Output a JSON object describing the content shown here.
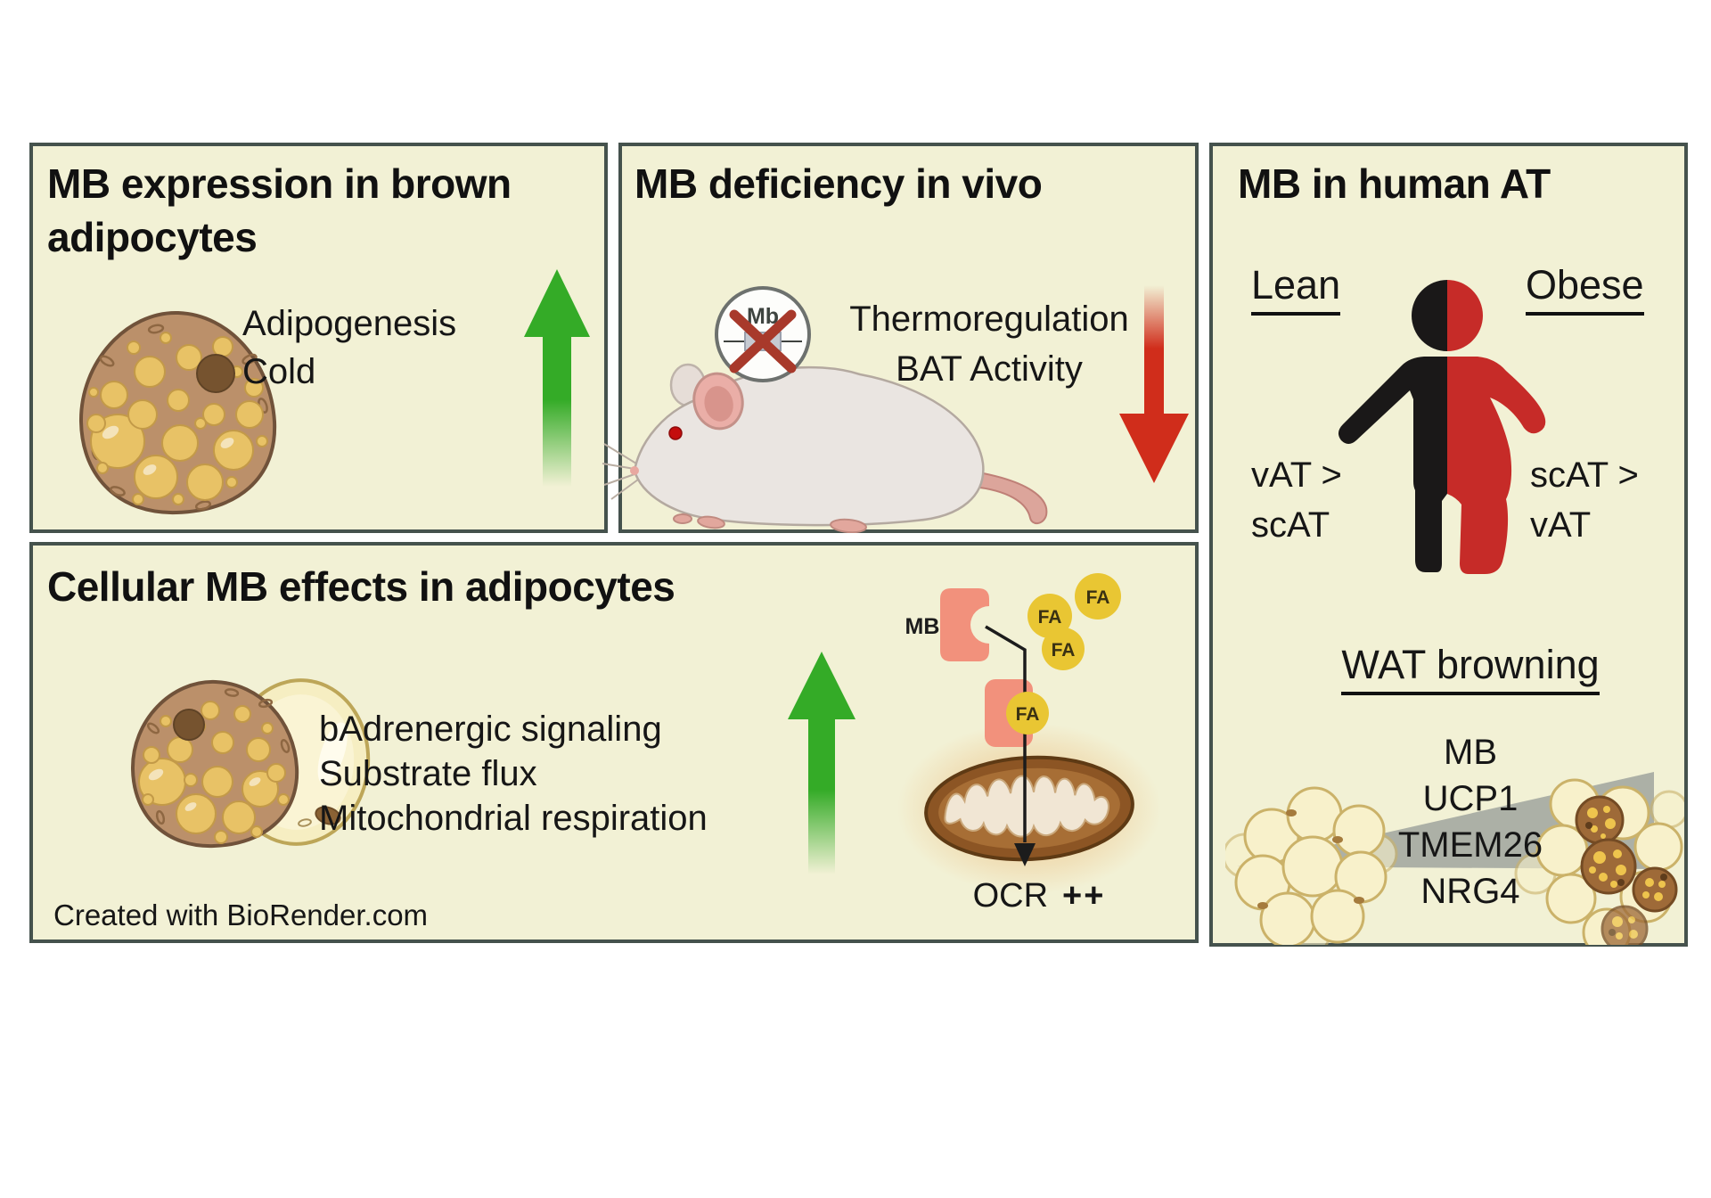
{
  "figure": {
    "type": "graphical-abstract",
    "topic": "Myoglobin (MB) in adipocytes"
  },
  "colors": {
    "panel_background": "#f2f1d5",
    "panel_border": "#45524d",
    "up_arrow_green": "#34ab27",
    "down_arrow_red": "#d02d1b",
    "lean_black": "#1a1818",
    "obese_red": "#c62b28",
    "protein_salmon": "#f2917c",
    "fatty_acid_yellow": "#e9c633",
    "wedge_gray": "#a6aaa2"
  },
  "icons": {
    "up_arrow": "green-up-arrow",
    "down_arrow": "red-down-arrow",
    "brown_adipocyte": "brown-adipocyte",
    "mouse": "knockout-mouse",
    "knockout_badge": "mb-gene-knockout",
    "human_half_figure": "lean-obese-human",
    "mitochondrion": "mitochondrion",
    "mb_protein": "mb-protein",
    "fatty_acid": "fa-molecule",
    "wat_cells": "wat-browning-cells"
  },
  "panels": {
    "expression": {
      "title": "MB expression in brown adipocytes",
      "line1": "Adipogenesis",
      "line2": "Cold"
    },
    "deficiency": {
      "title": "MB deficiency in vivo",
      "knockout_label": "Mb",
      "line1": "Thermoregulation",
      "line2": "BAT Activity"
    },
    "human": {
      "title": "MB in human AT",
      "lean_label": "Lean",
      "obese_label": "Obese",
      "lean_note": [
        "vAT >",
        "scAT"
      ],
      "obese_note": [
        "scAT >",
        "vAT"
      ],
      "browning_heading": "WAT browning",
      "genes": [
        "MB",
        "UCP1",
        "TMEM26",
        "NRG4"
      ]
    },
    "cellular": {
      "title": "Cellular MB effects in adipocytes",
      "line1": "bAdrenergic signaling",
      "line2": "Substrate flux",
      "line3": "Mitochondrial respiration",
      "mb_label": "MB",
      "fa_label": "FA",
      "ocr_label": "OCR",
      "ocr_plus": "++",
      "credit": "Created with BioRender.com"
    }
  }
}
